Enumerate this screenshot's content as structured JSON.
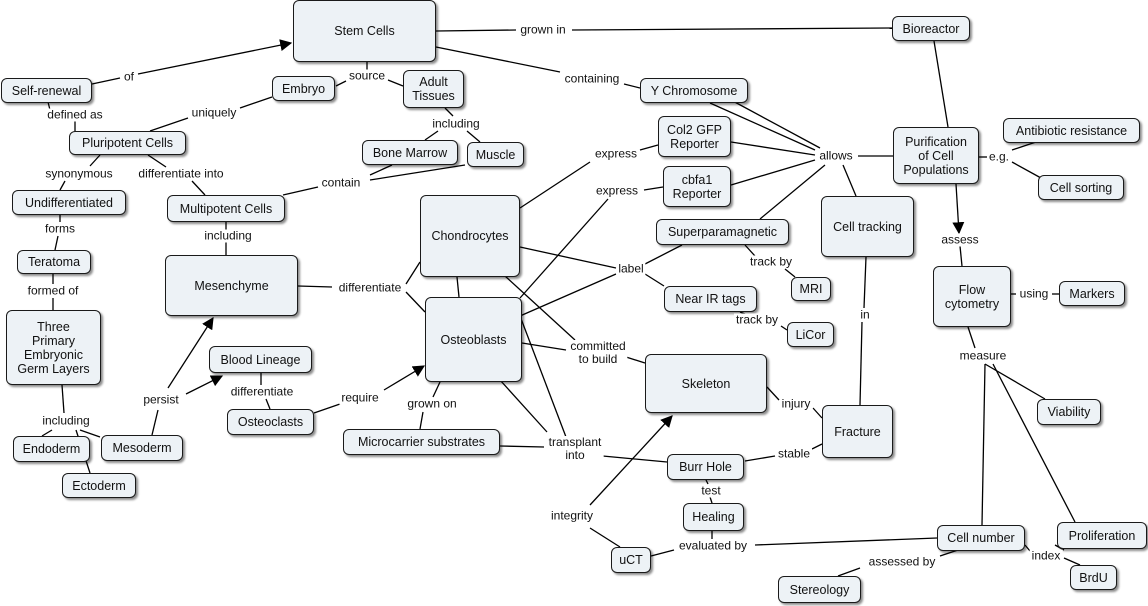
{
  "nodes": {
    "stem_cells": "Stem Cells",
    "bioreactor": "Bioreactor",
    "self_renewal": "Self-renewal",
    "embryo": "Embryo",
    "adult_tissues": "Adult\nTissues",
    "y_chromosome": "Y Chromosome",
    "pluripotent_cells": "Pluripotent Cells",
    "col2_gfp": "Col2 GFP\nReporter",
    "purification": "Purification\nof Cell\nPopulations",
    "antibiotic": "Antibiotic resistance",
    "bone_marrow": "Bone Marrow",
    "muscle": "Muscle",
    "cbfa1": "cbfa1\nReporter",
    "cell_sorting": "Cell sorting",
    "undifferentiated": "Undifferentiated",
    "multipotent": "Multipotent Cells",
    "chondrocytes": "Chondrocytes",
    "superparamagnetic": "Superparamagnetic",
    "cell_tracking": "Cell tracking",
    "teratoma": "Teratoma",
    "mesenchyme": "Mesenchyme",
    "mri": "MRI",
    "flow_cytometry": "Flow\ncytometry",
    "markers": "Markers",
    "near_ir": "Near IR tags",
    "three_germ": "Three\nPrimary\nEmbryonic\nGerm Layers",
    "osteoblasts": "Osteoblasts",
    "licor": "LiCor",
    "blood_lineage": "Blood Lineage",
    "skeleton": "Skeleton",
    "viability": "Viability",
    "osteoclasts": "Osteoclasts",
    "fracture": "Fracture",
    "endoderm": "Endoderm",
    "mesoderm": "Mesoderm",
    "microcarrier": "Microcarrier substrates",
    "burr_hole": "Burr Hole",
    "ectoderm": "Ectoderm",
    "healing": "Healing",
    "cell_number": "Cell number",
    "proliferation": "Proliferation",
    "uct": "uCT",
    "brdu": "BrdU",
    "stereology": "Stereology"
  },
  "labels": {
    "grown_in": "grown in",
    "of": "of",
    "source": "source",
    "containing": "containing",
    "defined_as": "defined as",
    "uniquely": "uniquely",
    "including_adult": "including",
    "express_col2": "express",
    "allows": "allows",
    "eg": "e.g.",
    "synonymous": "synonymous",
    "differentiate_into": "differentiate into",
    "contain": "contain",
    "express_cbfa1": "express",
    "forms": "forms",
    "including_multi": "including",
    "assess": "assess",
    "label": "label",
    "track_by_mri": "track by",
    "formed_of": "formed of",
    "differentiate_mes": "differentiate",
    "using": "using",
    "in": "in",
    "track_by_licor": "track by",
    "committed": "committed\nto build",
    "measure": "measure",
    "differentiate_blood": "differentiate",
    "persist": "persist",
    "require": "require",
    "injury": "injury",
    "grown_on": "grown on",
    "including_germ": "including",
    "transplant_into": "transplant\ninto",
    "stable": "stable",
    "test": "test",
    "integrity": "integrity",
    "evaluated_by": "evaluated by",
    "index": "index",
    "assessed_by": "assessed by"
  }
}
